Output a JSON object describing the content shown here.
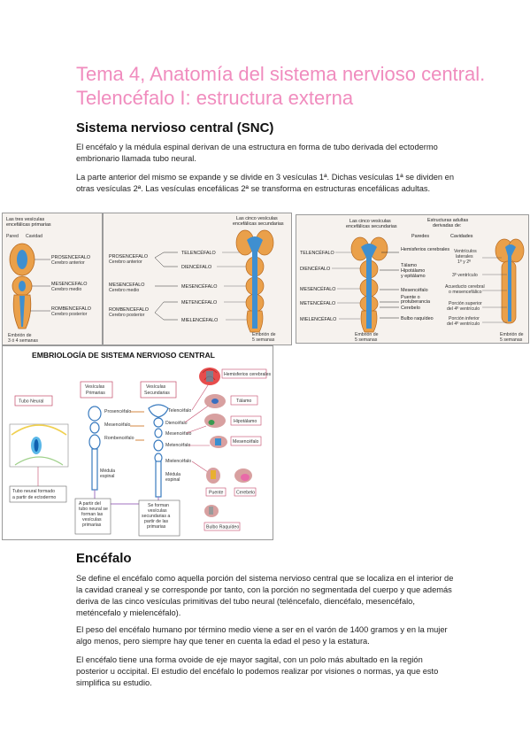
{
  "title": "Tema 4, Anatomía del sistema nervioso central. Telencéfalo I: estructura externa",
  "section1": {
    "heading": "Sistema nervioso central (SNC)",
    "p1": "El encéfalo y la médula espinal derivan de una estructura en forma de tubo derivada del ectodermo embrionario llamada tubo neural.",
    "p2": "La parte anterior del mismo se expande y se divide en 3 vesículas 1ª. Dichas vesículas 1ª se dividen en otras vesículas 2ª. Las vesículas encefálicas 2ª se transforma en estructuras encefálicas adultas."
  },
  "panel1": {
    "heading_line1": "Las tres vesículas",
    "heading_line2": "encefálicas primarias",
    "label_pared": "Pared",
    "label_cavidad": "Cavidad",
    "v1_name": "PROSENCEFALO",
    "v1_sub": "Cerebro anterior",
    "v2_name": "MESENCEFALO",
    "v2_sub": "Cerebro medio",
    "v3_name": "ROMBENCEFALO",
    "v3_sub": "Cerebro posterior",
    "footer_line1": "Embrión de",
    "footer_line2": "3 ó 4 semanas"
  },
  "panel2": {
    "heading_line1": "Las cinco vesículas",
    "heading_line2": "encefálicas secundarias",
    "p_name": "PROSENCEFALO",
    "p_sub": "Cerebro anterior",
    "m_name": "MESENCEFALO",
    "m_sub": "Cerebro medio",
    "r_name": "ROMBENCEFALO",
    "r_sub": "Cerebro posterior",
    "s1": "TELENCÉFALO",
    "s2": "DIENCÉFALO",
    "s3": "MESENCÉFALO",
    "s4": "METENCÉFALO",
    "s5": "MIELENCÉFALO",
    "footer_line1": "Embrión de",
    "footer_line2": "5 semanas"
  },
  "panel3": {
    "head_left_line1": "Las cinco vesículas",
    "head_left_line2": "encefálicas secundarias",
    "head_right_line1": "Estructuras adultas",
    "head_right_line2": "derivadas de:",
    "col_paredes": "Paredes",
    "col_cavidades": "Cavidades",
    "v1": "TELENCÉFALO",
    "v2": "DIENCÉFALO",
    "v3": "MESENCÉFALO",
    "v4": "METENCÉFALO",
    "v5": "MIELENCÉFALO",
    "w1": "Hemisferios cerebrales",
    "w2a": "Tálamo",
    "w2b": "Hipotálamo",
    "w2c": "y epitálamo",
    "w3": "Mesencéfalo",
    "w4a": "Puente o",
    "w4b": "protuberancia",
    "w4c": "Cerebelo",
    "w5": "Bulbo raquídeo",
    "c1a": "Ventrículos",
    "c1b": "laterales",
    "c1c": "1º y 2º",
    "c2": "3º ventrículo",
    "c3a": "Acueducto cerebral",
    "c3b": "o mesencefálico",
    "c4a": "Porción superior",
    "c4b": "del 4º ventrículo",
    "c5a": "Porción inferior",
    "c5b": "del 4º ventrículo",
    "footer_l1": "Embrión de",
    "footer_l2": "5 semanas",
    "footer_r1": "Embrión de",
    "footer_r2": "5 semanas"
  },
  "embryo": {
    "title": "EMBRIOLOGÍA DE SISTEMA NERVIOSO CENTRAL",
    "tubo_neural": "Tubo Neural",
    "primarias_l1": "Vesículas",
    "primarias_l2": "Primarias",
    "secundarias_l1": "Vesículas",
    "secundarias_l2": "Secundarias",
    "prosencefalo": "Prosencéfalo",
    "mesencefalo": "Mesencéfalo",
    "rombencefalo": "Rombencéfalo",
    "medula_l1": "Médula",
    "medula_l2": "espinal",
    "telencefalo": "Telencéfalo",
    "diencefalo": "Diencéfalo",
    "mesencefalo2": "Mesencéfalo",
    "metencefalo": "Metencéfalo",
    "mielencefalo": "Mielencéfalo",
    "medula2_l1": "Médula",
    "medula2_l2": "espinal",
    "hemisferios": "Hemisferios cerebrales",
    "talamo": "Tálamo",
    "hipotalamo": "Hipotálamo",
    "mesencefalo3": "Mesencéfalo",
    "puente": "Puente",
    "cerebelo": "Cerebelo",
    "bulbo": "Bulbo Raquídeo",
    "note1_l1": "Tubo neural formado",
    "note1_l2": "a partir de ectodermo",
    "note2_l1": "A partir del",
    "note2_l2": "tubo neural se",
    "note2_l3": "forman las",
    "note2_l4": "vesículas",
    "note2_l5": "primarias",
    "note3_l1": "Se forman",
    "note3_l2": "vesículas",
    "note3_l3": "secundarias a",
    "note3_l4": "partir de las",
    "note3_l5": "primarias"
  },
  "section2": {
    "heading": "Encéfalo",
    "p1": "Se define el encéfalo como aquella porción del sistema nervioso central que se localiza en el interior de la cavidad craneal y se corresponde por tanto, con la porción no segmentada del cuerpo y que además deriva de las cinco vesículas primitivas del tubo neural (teléncefalo, diencéfalo, mesencéfalo, meténcefalo y mielencéfalo).",
    "p2": "El peso del encéfalo humano por término medio viene a ser en el varón de 1400 gramos y en la mujer algo menos, pero siempre hay que tener en cuenta la edad el peso y la estatura.",
    "p3": "El encéfalo tiene una forma ovoide de eje mayor sagital, con un polo más abultado en la región posterior u occipital. El estudio del encéfalo lo podemos realizar por visiones o normas, ya que esto simplifica su estudio."
  }
}
